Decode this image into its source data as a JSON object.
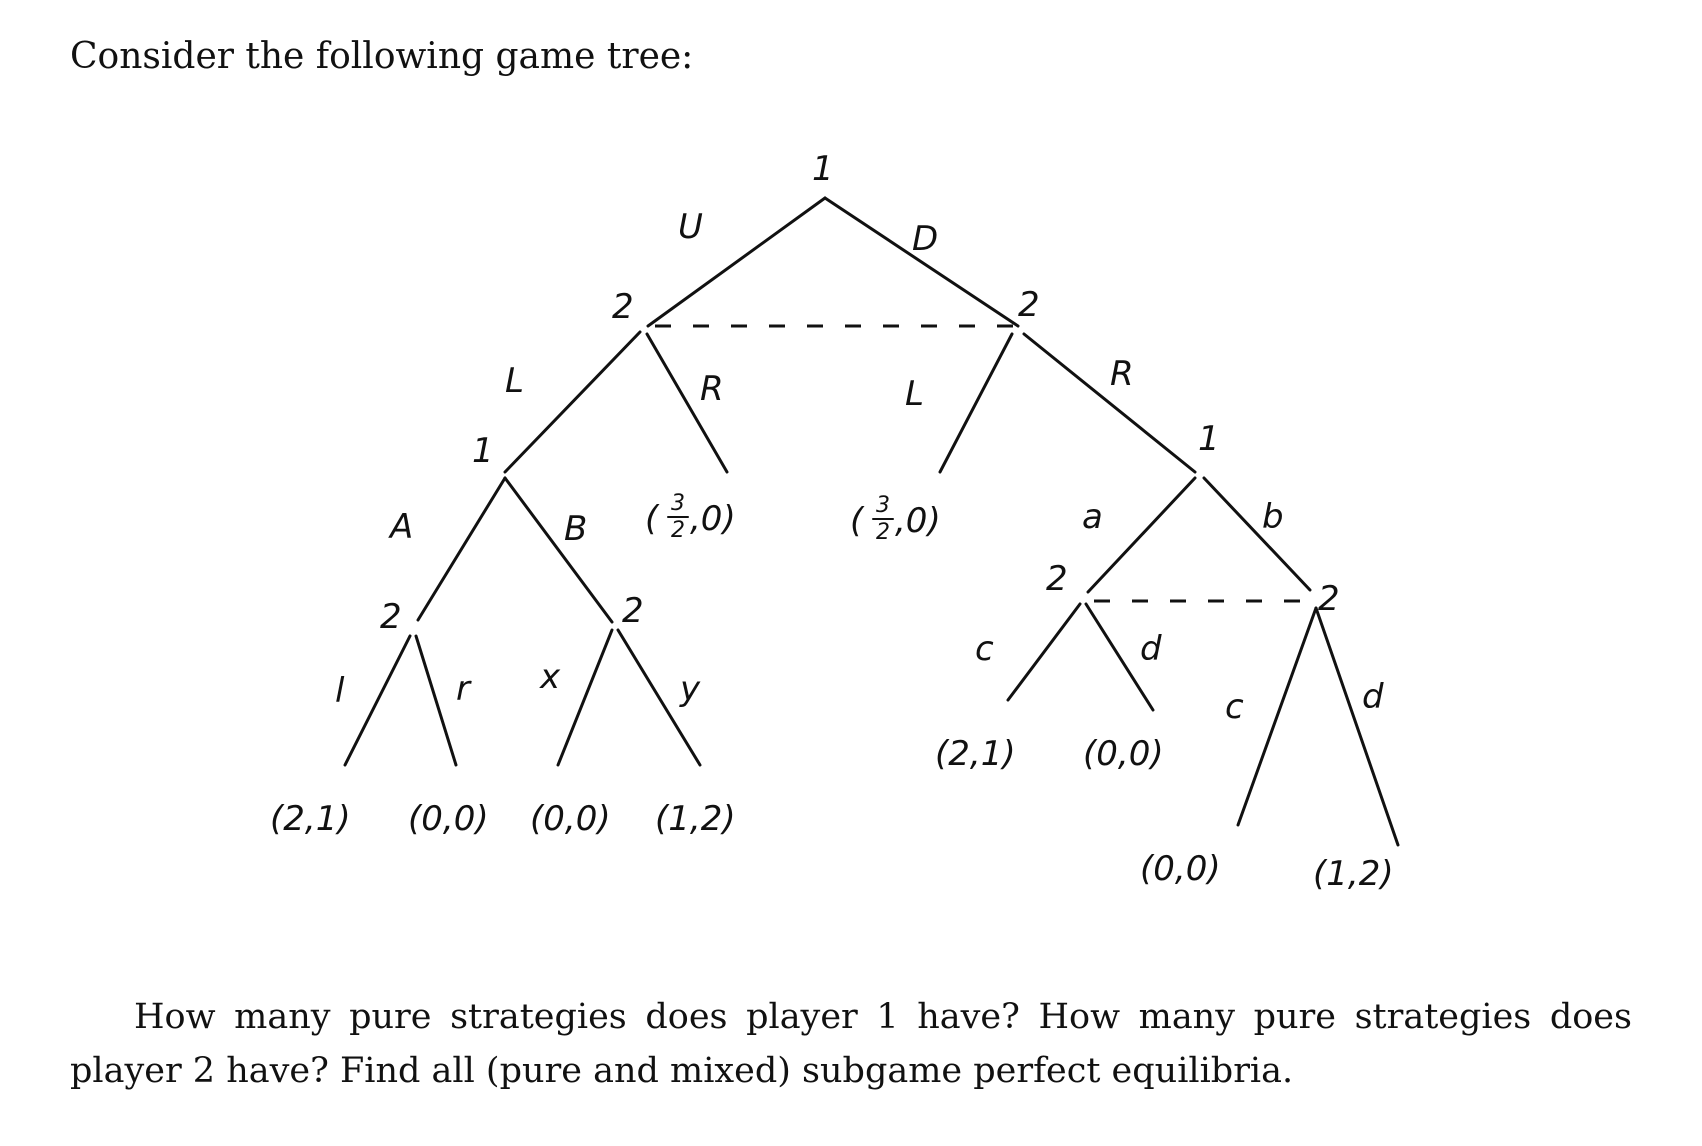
{
  "intro": "Consider the following game tree:",
  "question": "How many pure strategies does player 1 have? How many pure strategies does player 2 have? Find all (pure and mixed) subgame perfect equilibria.",
  "tree": {
    "players": {
      "root": "1",
      "p2_left": "2",
      "p2_right": "2",
      "p1_left": "1",
      "p2_A": "2",
      "p2_B": "2",
      "p1_right": "1",
      "p2_a": "2",
      "p2_b": "2"
    },
    "actions": {
      "U": "U",
      "D": "D",
      "L_left": "L",
      "R_left": "R",
      "L_right": "L",
      "R_right": "R",
      "A": "A",
      "B": "B",
      "l": "l",
      "r": "r",
      "x": "x",
      "y": "y",
      "a": "a",
      "b": "b",
      "c_a": "c",
      "d_a": "d",
      "c_b": "c",
      "d_b": "d"
    },
    "payoffs": {
      "Al": "(2,1)",
      "Ar": "(0,0)",
      "Bx": "(0,0)",
      "By": "(1,2)",
      "UR_open": "(",
      "UR_num": "3",
      "UR_den": "2",
      "UR_rest": ",0)",
      "DL_open": "(",
      "DL_num": "3",
      "DL_den": "2",
      "DL_rest": ",0)",
      "ac": "(2,1)",
      "ad": "(0,0)",
      "bc": "(0,0)",
      "bd": "(1,2)"
    }
  }
}
